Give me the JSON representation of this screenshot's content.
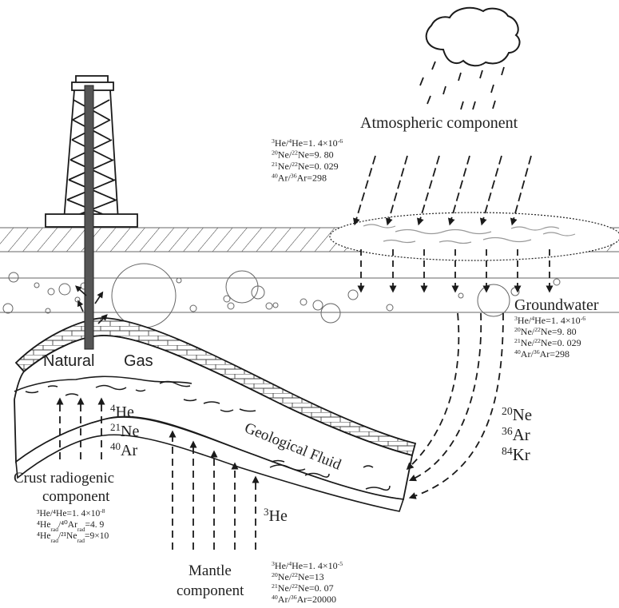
{
  "diagram": {
    "type": "geological cross-section",
    "labels": {
      "natural_gas": [
        "Natural",
        "Gas"
      ],
      "geological_fluid": "Geological Fluid",
      "groundwater": "Groundwater"
    },
    "atmospheric": {
      "title": "Atmospheric component",
      "ratios": [
        {
          "num_iso": "3",
          "num_el": "He",
          "den_iso": "4",
          "den_el": "He",
          "value": "1. 4×10",
          "exp": "-6"
        },
        {
          "num_iso": "20",
          "num_el": "Ne",
          "den_iso": "22",
          "den_el": "Ne",
          "value": "9. 80",
          "exp": ""
        },
        {
          "num_iso": "21",
          "num_el": "Ne",
          "den_iso": "22",
          "den_el": "Ne",
          "value": "0. 029",
          "exp": ""
        },
        {
          "num_iso": "40",
          "num_el": "Ar",
          "den_iso": "36",
          "den_el": "Ar",
          "value": "298",
          "exp": ""
        }
      ]
    },
    "groundwater": {
      "title": "Groundwater",
      "ratios": [
        {
          "num_iso": "3",
          "num_el": "He",
          "den_iso": "4",
          "den_el": "He",
          "value": "1. 4×10",
          "exp": "-6"
        },
        {
          "num_iso": "20",
          "num_el": "Ne",
          "den_iso": "22",
          "den_el": "Ne",
          "value": "9. 80",
          "exp": ""
        },
        {
          "num_iso": "21",
          "num_el": "Ne",
          "den_iso": "22",
          "den_el": "Ne",
          "value": "0. 029",
          "exp": ""
        },
        {
          "num_iso": "40",
          "num_el": "Ar",
          "den_iso": "36",
          "den_el": "Ar",
          "value": "298",
          "exp": ""
        }
      ],
      "isotopes": [
        {
          "iso": "20",
          "el": "Ne"
        },
        {
          "iso": "36",
          "el": "Ar"
        },
        {
          "iso": "84",
          "el": "Kr"
        }
      ]
    },
    "crust": {
      "title": [
        "Crust radiogenic",
        "component"
      ],
      "isotopes": [
        {
          "iso": "4",
          "el": "He"
        },
        {
          "iso": "21",
          "el": "Ne"
        },
        {
          "iso": "40",
          "el": "Ar"
        }
      ],
      "ratios": [
        {
          "text": "³He/⁴He=1. 4×10",
          "exp": "-8"
        },
        {
          "text": "⁴He",
          "sub1": "rad",
          "mid": "/⁴⁰Ar",
          "sub2": "rad",
          "tail": "=4. 9"
        },
        {
          "text": "⁴He",
          "sub1": "rad",
          "mid": "/²¹Ne",
          "sub2": "rad",
          "tail": "=9×10"
        }
      ]
    },
    "mantle": {
      "title": [
        "Mantle",
        "component"
      ],
      "isotope": {
        "iso": "3",
        "el": "He"
      },
      "ratios": [
        {
          "num_iso": "3",
          "num_el": "He",
          "den_iso": "4",
          "den_el": "He",
          "value": "1. 4×10",
          "exp": "-5"
        },
        {
          "num_iso": "20",
          "num_el": "Ne",
          "den_iso": "22",
          "den_el": "Ne",
          "value": "13",
          "exp": ""
        },
        {
          "num_iso": "21",
          "num_el": "Ne",
          "den_iso": "22",
          "den_el": "Ne",
          "value": "0. 07",
          "exp": ""
        },
        {
          "num_iso": "40",
          "num_el": "Ar",
          "den_iso": "36",
          "den_el": "Ar",
          "value": "20000",
          "exp": ""
        }
      ]
    },
    "colors": {
      "line": "#1a1a1a",
      "pipe": "#555555",
      "layer_line": "#888888",
      "water_wave": "#999999"
    }
  }
}
